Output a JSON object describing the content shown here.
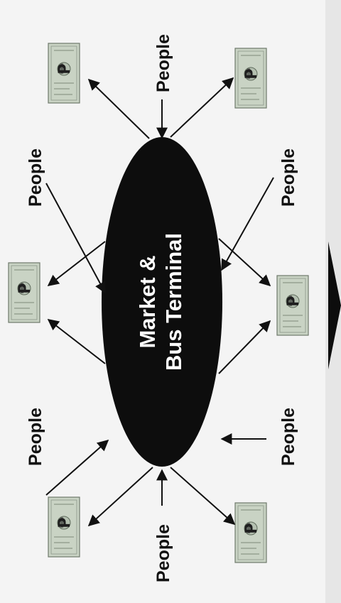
{
  "diagram": {
    "center_label_line1": "Market &",
    "center_label_line2": "Bus Terminal",
    "people_labels": [
      "People",
      "People",
      "People",
      "People",
      "People",
      "People"
    ],
    "money_icon": "peso-banknote-icon",
    "next_icon": "triangle-right-icon",
    "colors": {
      "background": "#f4f4f4",
      "ellipse": "#0d0d0d",
      "ellipse_text": "#ffffff",
      "arrows": "#111111",
      "banknote": "#c9d3c4"
    }
  }
}
